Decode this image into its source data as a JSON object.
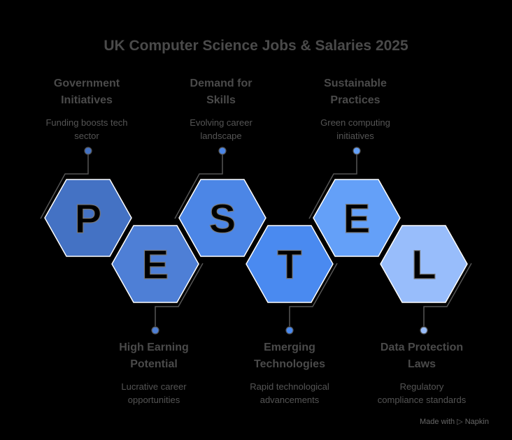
{
  "title": "UK Computer Science Jobs & Salaries 2025",
  "colors": {
    "P": "#4472c4",
    "E1": "#4e7fd6",
    "S": "#4c86e6",
    "T": "#4a8af0",
    "E2": "#64a0f8",
    "L": "#98bdfb",
    "text": "#4a4a4a",
    "connector": "#555555"
  },
  "factors": [
    {
      "letter": "P",
      "heading": "Government Initiatives",
      "heading_l1": "Government",
      "heading_l2": "Initiatives",
      "desc_l1": "Funding boosts tech",
      "desc_l2": "sector"
    },
    {
      "letter": "E",
      "heading": "High Earning Potential",
      "heading_l1": "High Earning",
      "heading_l2": "Potential",
      "desc_l1": "Lucrative career",
      "desc_l2": "opportunities"
    },
    {
      "letter": "S",
      "heading": "Demand for Skills",
      "heading_l1": "Demand for",
      "heading_l2": "Skills",
      "desc_l1": "Evolving career",
      "desc_l2": "landscape"
    },
    {
      "letter": "T",
      "heading": "Emerging Technologies",
      "heading_l1": "Emerging",
      "heading_l2": "Technologies",
      "desc_l1": "Rapid technological",
      "desc_l2": "advancements"
    },
    {
      "letter": "E",
      "heading": "Sustainable Practices",
      "heading_l1": "Sustainable",
      "heading_l2": "Practices",
      "desc_l1": "Green computing",
      "desc_l2": "initiatives"
    },
    {
      "letter": "L",
      "heading": "Data Protection Laws",
      "heading_l1": "Data Protection",
      "heading_l2": "Laws",
      "desc_l1": "Regulatory",
      "desc_l2": "compliance standards"
    }
  ],
  "footer": {
    "made_with": "Made with",
    "brand": "Napkin"
  }
}
